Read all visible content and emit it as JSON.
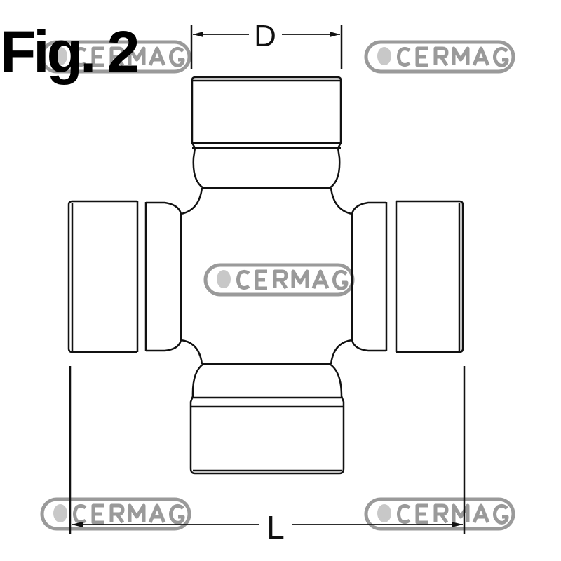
{
  "figure": {
    "label": "Fig. 2"
  },
  "dimensions": {
    "d_label": "D",
    "l_label": "L"
  },
  "watermark": {
    "text": "CERMAG",
    "color": "#9a9a9a"
  },
  "colors": {
    "line": "#111111",
    "background": "#ffffff"
  }
}
